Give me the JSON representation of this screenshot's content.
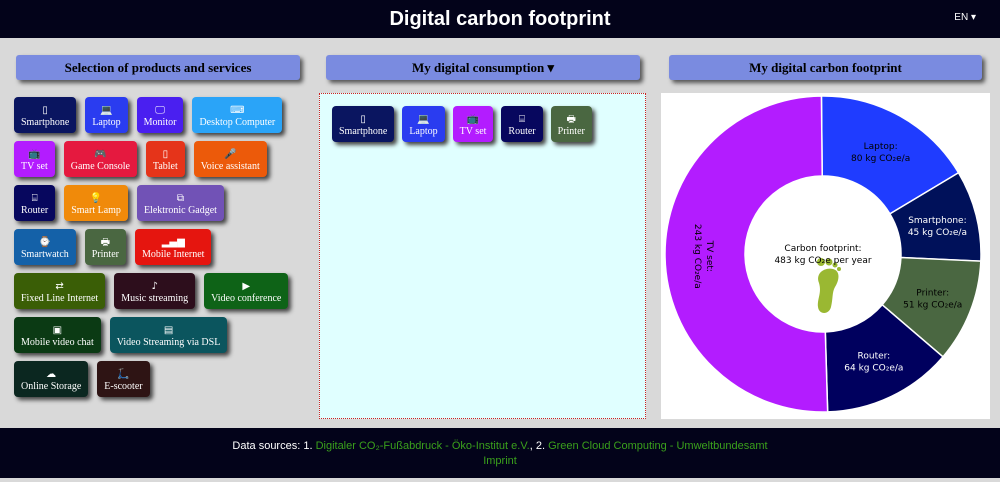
{
  "header": {
    "title": "Digital carbon footprint",
    "language": "EN"
  },
  "columns": {
    "selection": "Selection of products and services",
    "consumption": "My digital consumption",
    "footprint": "My digital carbon footprint"
  },
  "products": [
    {
      "label": "Smartphone",
      "icon": "smartphone-icon",
      "glyph": "▯",
      "color": "#0a1560"
    },
    {
      "label": "Laptop",
      "icon": "laptop-icon",
      "glyph": "💻",
      "color": "#2a3cf0"
    },
    {
      "label": "Monitor",
      "icon": "monitor-icon",
      "glyph": "🖵",
      "color": "#4a1ff0"
    },
    {
      "label": "Desktop Computer",
      "icon": "keyboard-icon",
      "glyph": "⌨",
      "color": "#2aa4f8"
    },
    {
      "label": "TV set",
      "icon": "tv-icon",
      "glyph": "📺",
      "color": "#b31cff"
    },
    {
      "label": "Game Console",
      "icon": "gamepad-icon",
      "glyph": "🎮",
      "color": "#e5193f"
    },
    {
      "label": "Tablet",
      "icon": "tablet-icon",
      "glyph": "▯",
      "color": "#e5341a"
    },
    {
      "label": "Voice assistant",
      "icon": "microphone-icon",
      "glyph": "🎤",
      "color": "#ec5a0a"
    },
    {
      "label": "Router",
      "icon": "router-icon",
      "glyph": "⌸",
      "color": "#07075e"
    },
    {
      "label": "Smart Lamp",
      "icon": "lamp-icon",
      "glyph": "💡",
      "color": "#f08a0a"
    },
    {
      "label": "Elektronic Gadget",
      "icon": "devices-icon",
      "glyph": "⧉",
      "color": "#7152b6"
    },
    {
      "label": "Smartwatch",
      "icon": "watch-icon",
      "glyph": "⌚",
      "color": "#1461a8"
    },
    {
      "label": "Printer",
      "icon": "printer-icon",
      "glyph": "🖶",
      "color": "#4a6741"
    },
    {
      "label": "Mobile Internet",
      "icon": "signal-icon",
      "glyph": "▂▄▆",
      "color": "#e5150f"
    },
    {
      "label": "Fixed Line Internet",
      "icon": "exchange-icon",
      "glyph": "⇄",
      "color": "#3a5e06"
    },
    {
      "label": "Music streaming",
      "icon": "music-icon",
      "glyph": "♪",
      "color": "#2d0e1c"
    },
    {
      "label": "Video conference",
      "icon": "video-chat-icon",
      "glyph": "▶",
      "color": "#0e6317"
    },
    {
      "label": "Mobile video chat",
      "icon": "mobile-video-icon",
      "glyph": "▣",
      "color": "#0b3a14"
    },
    {
      "label": "Video Streaming via DSL",
      "icon": "film-icon",
      "glyph": "▤",
      "color": "#0b555e"
    },
    {
      "label": "Online Storage",
      "icon": "cloud-upload-icon",
      "glyph": "☁",
      "color": "#0b2720"
    },
    {
      "label": "E-scooter",
      "icon": "scooter-icon",
      "glyph": "🛴",
      "color": "#2e1414"
    }
  ],
  "consumption": [
    {
      "label": "Smartphone",
      "icon": "smartphone-icon",
      "glyph": "▯",
      "color": "#0a1560"
    },
    {
      "label": "Laptop",
      "icon": "laptop-icon",
      "glyph": "💻",
      "color": "#2a3cf0"
    },
    {
      "label": "TV set",
      "icon": "tv-icon",
      "glyph": "📺",
      "color": "#b31cff"
    },
    {
      "label": "Router",
      "icon": "router-icon",
      "glyph": "⌸",
      "color": "#07075e"
    },
    {
      "label": "Printer",
      "icon": "printer-icon",
      "glyph": "🖶",
      "color": "#4a6741"
    }
  ],
  "chart_data": {
    "type": "pie",
    "donut": true,
    "center_label": [
      "Carbon footprint:",
      "483 kg CO₂e per year"
    ],
    "unit": "kg CO₂e/a",
    "slices": [
      {
        "name": "Laptop",
        "value": 80,
        "color": "#1f3cff",
        "text": "#000"
      },
      {
        "name": "Smartphone",
        "value": 45,
        "color": "#00115a",
        "text": "#fff"
      },
      {
        "name": "Printer",
        "value": 51,
        "color": "#4a6741",
        "text": "#000"
      },
      {
        "name": "Router",
        "value": 64,
        "color": "#00005e",
        "text": "#fff"
      },
      {
        "name": "TV set",
        "value": 243,
        "color": "#b31cff",
        "text": "#000"
      }
    ]
  },
  "footer": {
    "prefix": "Data sources: ",
    "n1": "1. ",
    "source1": "Digitaler CO₂-Fußabdruck - Öko-Institut e.V.",
    "sep": ", ",
    "n2": "2. ",
    "source2": "Green Cloud Computing - Umweltbundesamt",
    "imprint": "Imprint"
  }
}
